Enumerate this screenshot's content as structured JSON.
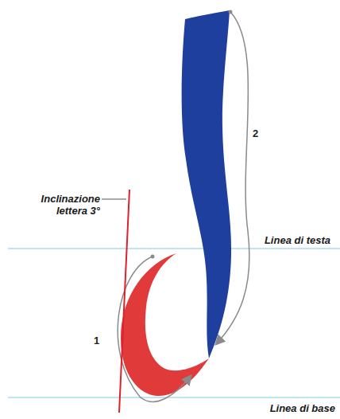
{
  "diagram": {
    "labels": [
      "Inclinazione lettera 3°",
      "2",
      "Linea di testa",
      "1",
      "Linea di base"
    ]
  }
}
